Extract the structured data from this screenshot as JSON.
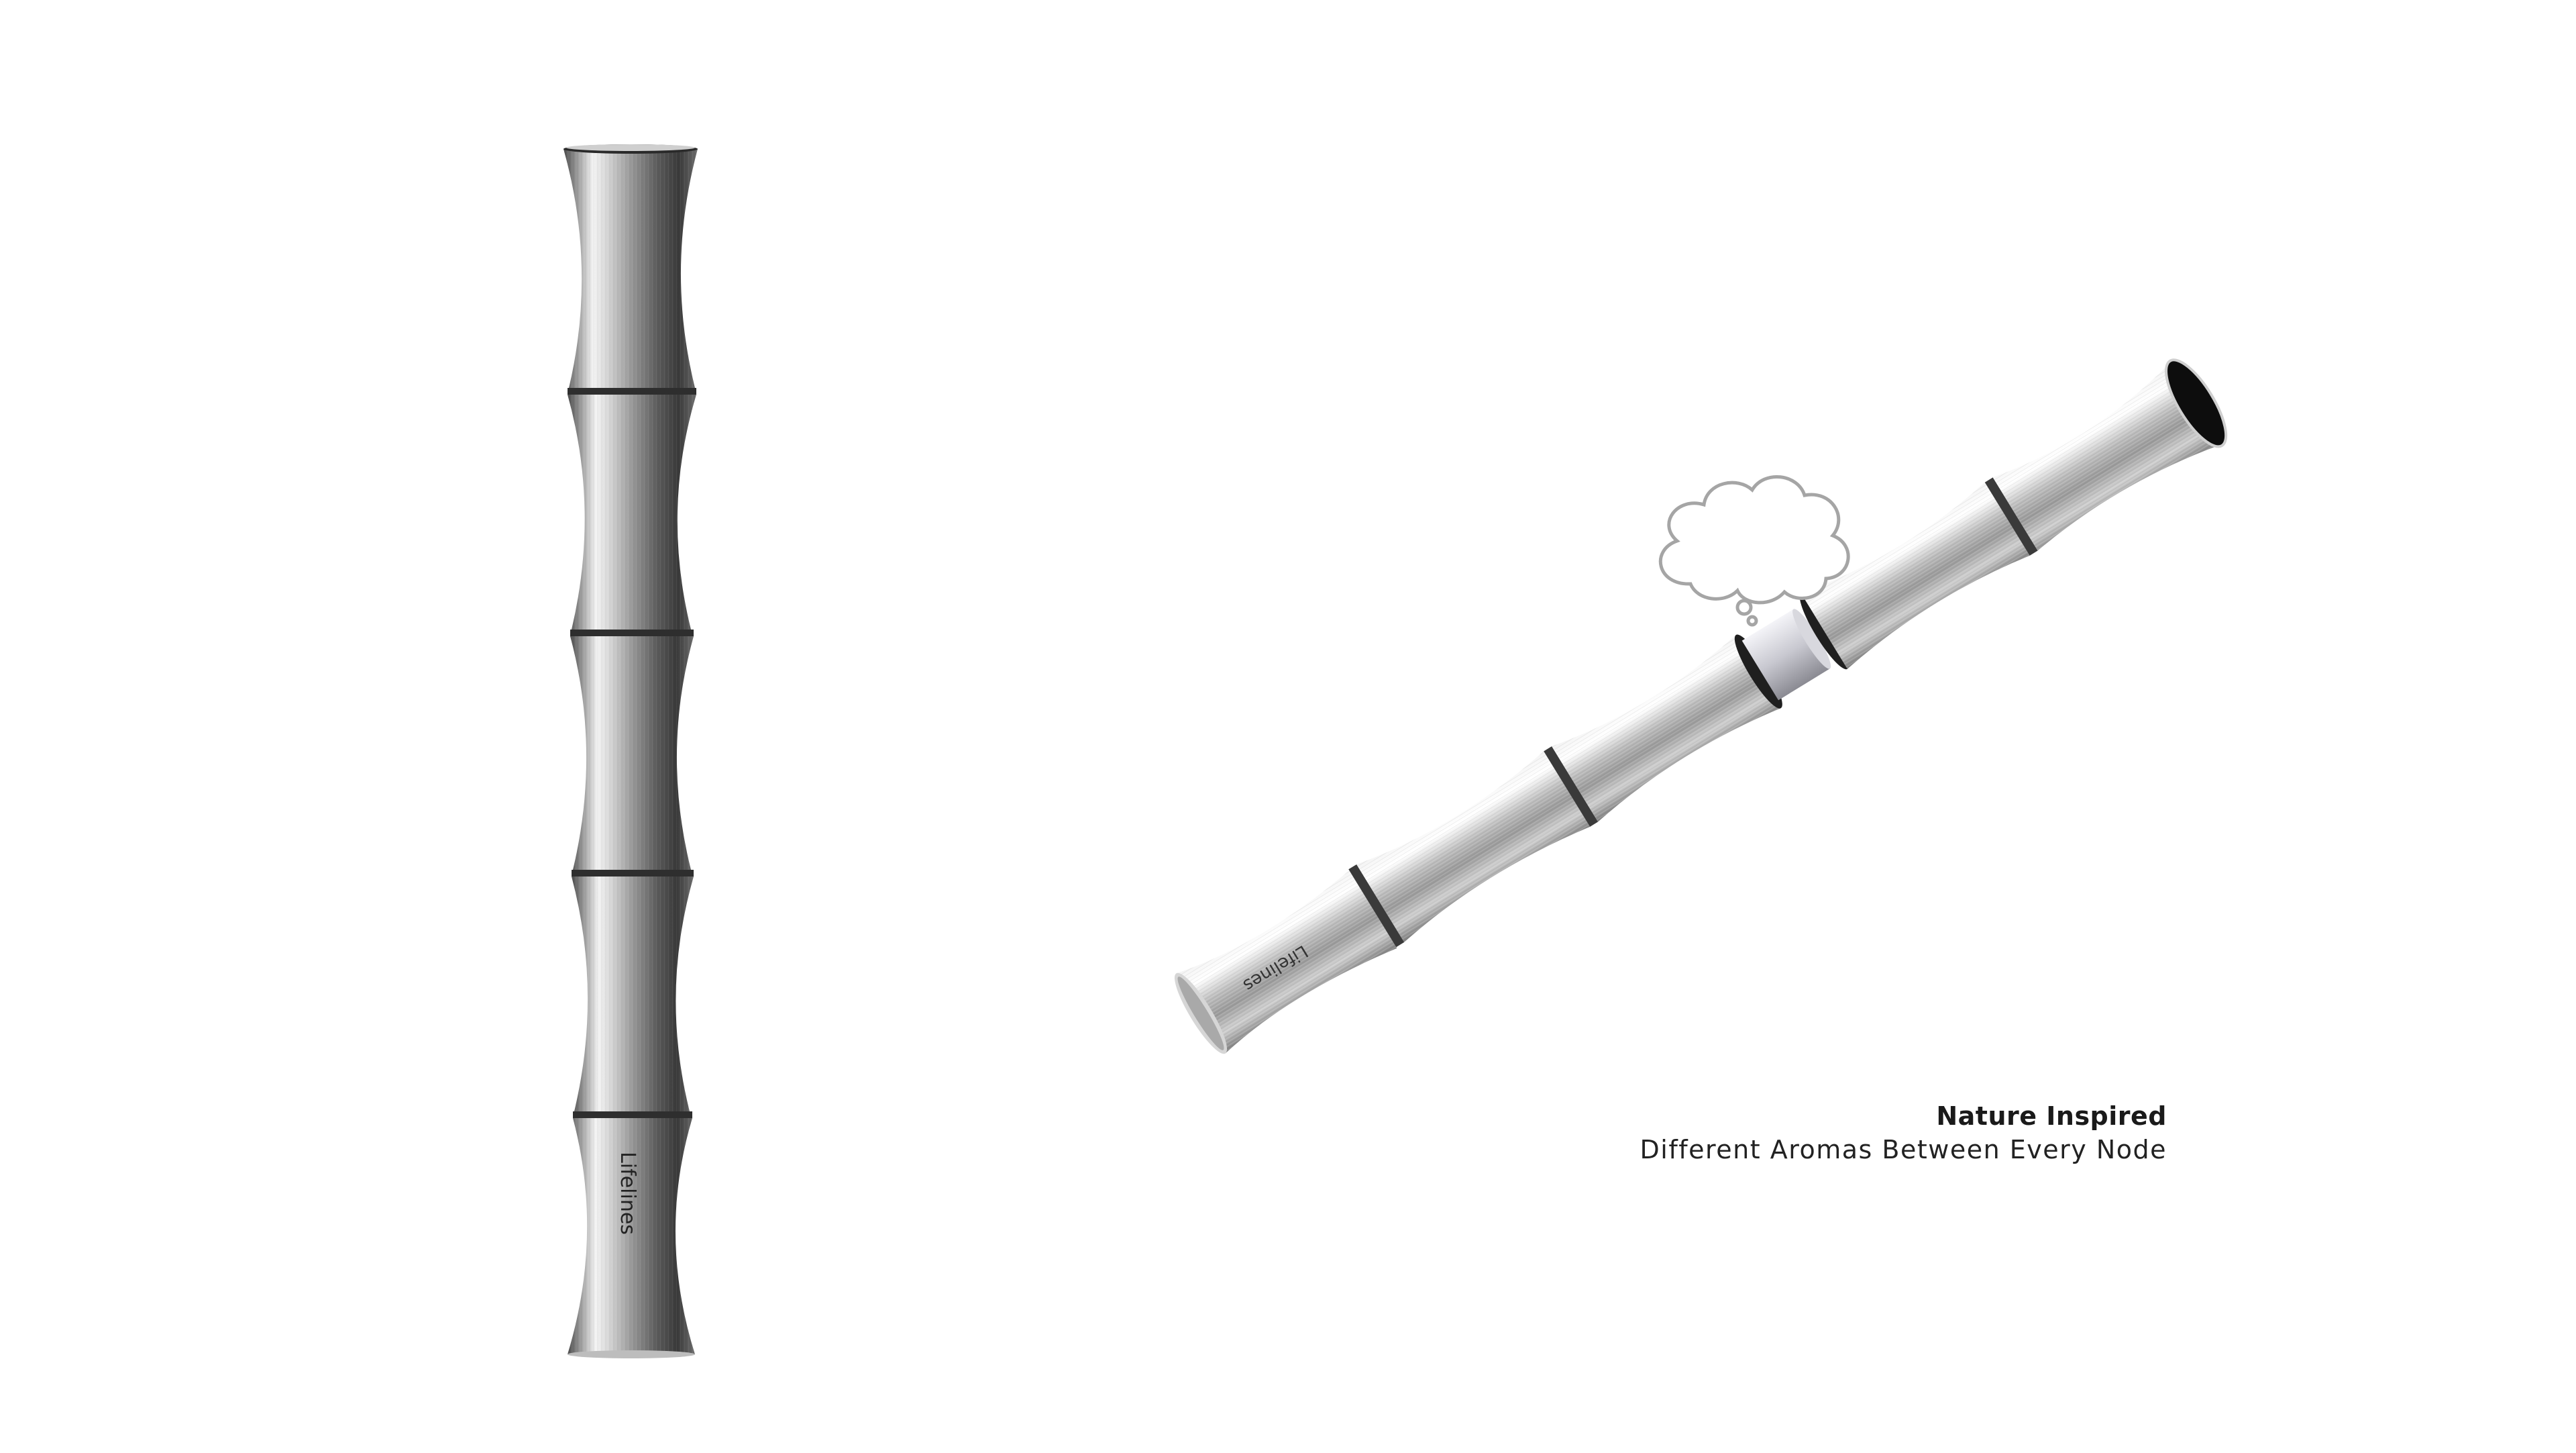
{
  "product": {
    "brand_text": "Lifelines"
  },
  "caption": {
    "title": "Nature Inspired",
    "subtitle": "Different Aromas Between Every Node"
  },
  "icons": {
    "aroma": "thought-cloud-icon"
  }
}
